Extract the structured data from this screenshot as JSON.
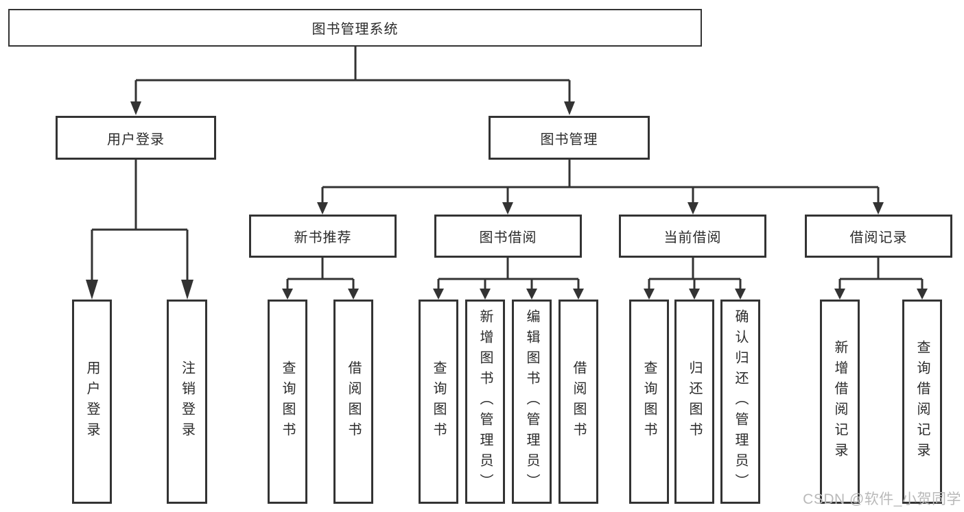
{
  "tree": {
    "root": {
      "label": "图书管理系统",
      "children": [
        {
          "label": "用户登录",
          "children": [
            {
              "label": "用户登录"
            },
            {
              "label": "注销登录"
            }
          ]
        },
        {
          "label": "图书管理",
          "children": [
            {
              "label": "新书推荐",
              "children": [
                {
                  "label": "查询图书"
                },
                {
                  "label": "借阅图书"
                }
              ]
            },
            {
              "label": "图书借阅",
              "children": [
                {
                  "label": "查询图书"
                },
                {
                  "label": "新增图书（管理员）"
                },
                {
                  "label": "编辑图书（管理员）"
                },
                {
                  "label": "借阅图书"
                }
              ]
            },
            {
              "label": "当前借阅",
              "children": [
                {
                  "label": "查询图书"
                },
                {
                  "label": "归还图书"
                },
                {
                  "label": "确认归还（管理员）"
                }
              ]
            },
            {
              "label": "借阅记录",
              "children": [
                {
                  "label": "新增借阅记录"
                },
                {
                  "label": "查询借阅记录"
                }
              ]
            }
          ]
        }
      ]
    }
  },
  "watermark": {
    "text": "CSDN @软件_小贺同学"
  },
  "colors": {
    "line": "#333333",
    "text": "#2b2b2b",
    "watermark": "#b9b9b9",
    "background": "#ffffff"
  }
}
